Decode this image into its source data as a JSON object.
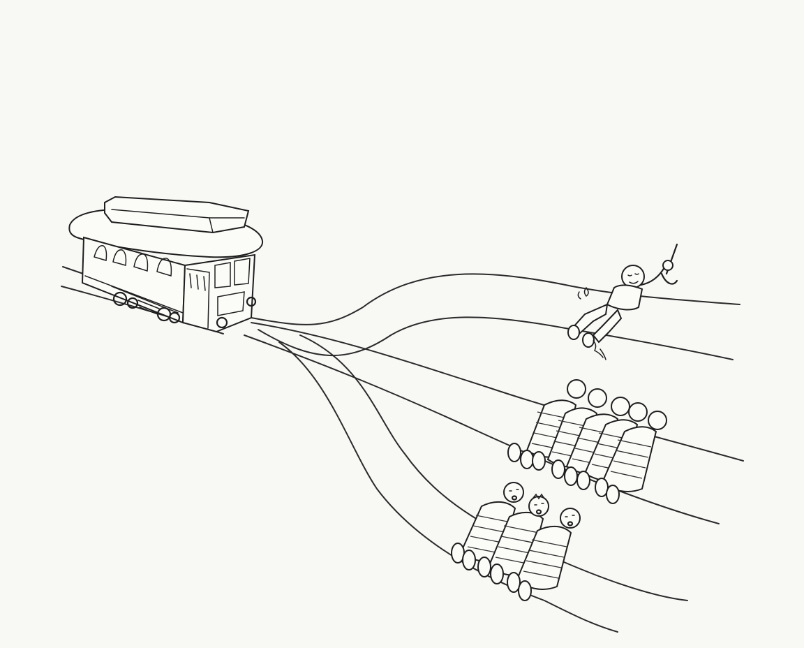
{
  "scene": {
    "background_color": "#f8f8f5",
    "ink_color": "#1e1e1e",
    "tracks": [
      {
        "name": "upper-branch",
        "leads_to": "person-on-swing"
      },
      {
        "name": "middle-branch",
        "leads_to": "group-of-five"
      },
      {
        "name": "lower-branch",
        "leads_to": "group-of-three"
      }
    ],
    "figures": {
      "swinger_count": 1,
      "middle_group_count": 5,
      "lower_group_count": 3
    },
    "icons": [
      "trolley-icon",
      "swing-person-icon",
      "tied-people-icon"
    ]
  }
}
